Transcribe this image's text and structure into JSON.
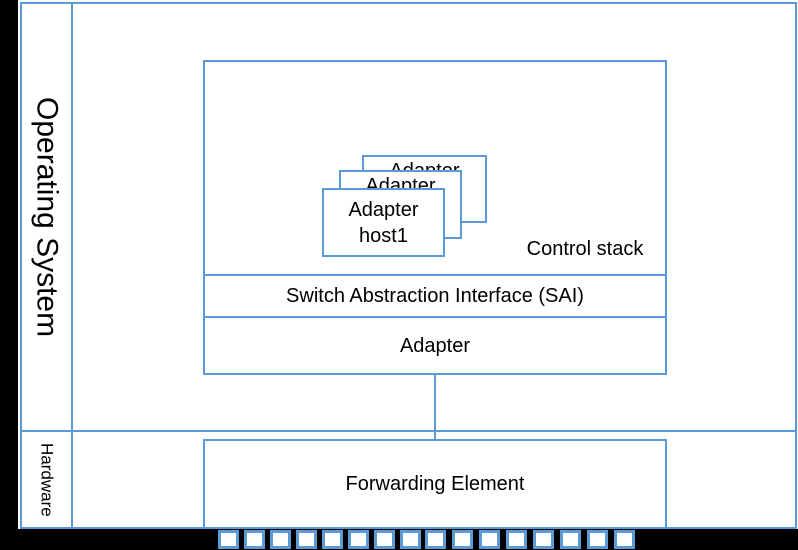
{
  "diagram": {
    "regions": {
      "os_label": "Operating System",
      "hw_label": "Hardware"
    },
    "control_stack": {
      "label": "Control stack",
      "adapter_boxes": [
        {
          "label": "Adapter"
        },
        {
          "label": "Adapter"
        },
        {
          "label": "Adapter",
          "sublabel": "host1"
        }
      ]
    },
    "bands": {
      "sai_label": "Switch Abstraction Interface (SAI)",
      "adapter_label": "Adapter"
    },
    "hardware": {
      "forwarding_label": "Forwarding Element"
    },
    "ports": {
      "left_count": 8,
      "right_count": 8
    },
    "colors": {
      "line_blue": "#5B9BD5",
      "text": "#000000",
      "background": "#FFFFFF",
      "mask": "#000000"
    }
  }
}
